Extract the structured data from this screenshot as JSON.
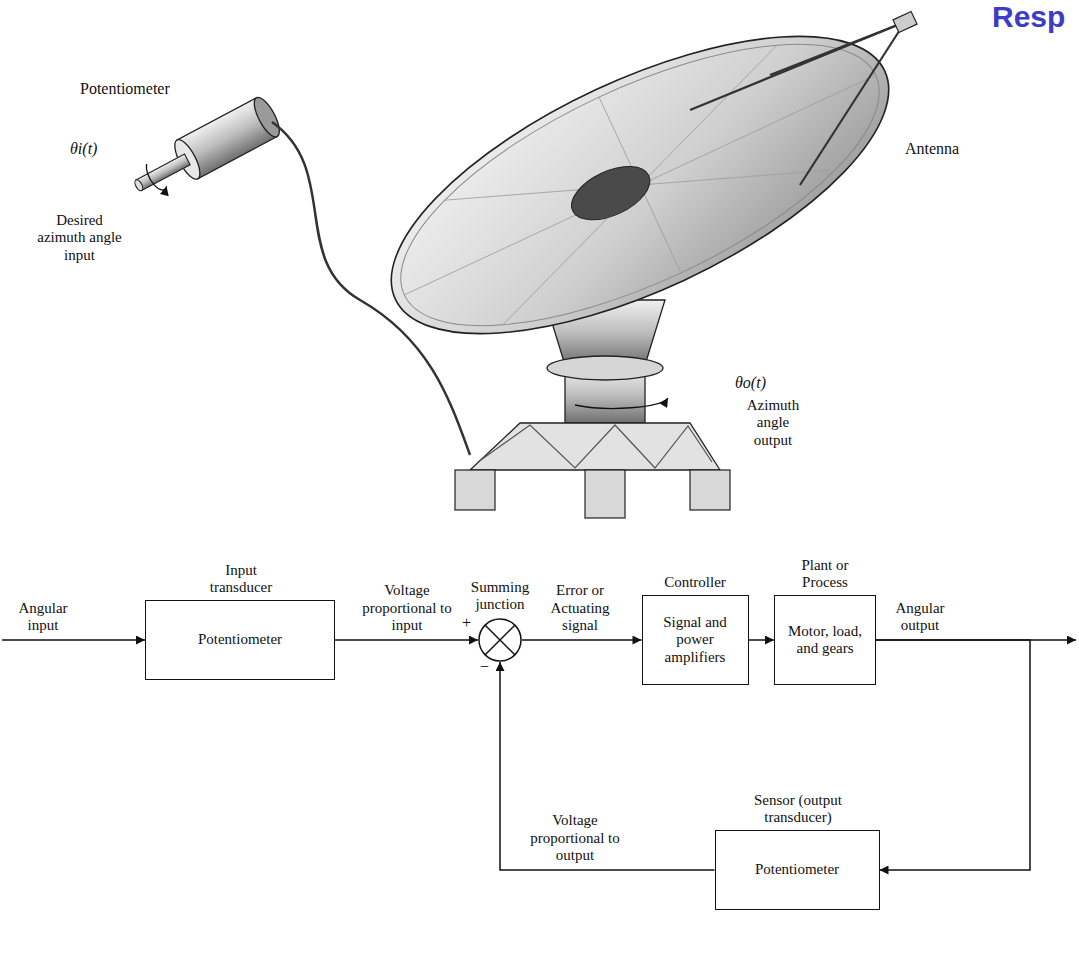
{
  "diagram": {
    "nodes": [
      {
        "text": [
          "Input transducer",
          "Potentiometer"
        ]
      },
      {
        "text": [
          "Summing junction"
        ]
      },
      {
        "text": [
          "Controller",
          "Signal and power amplifiers"
        ]
      },
      {
        "text": [
          "Plant or Process",
          "Motor, load, and gears"
        ]
      },
      {
        "text": [
          "Sensor (output transducer)",
          "Potentiometer"
        ]
      }
    ],
    "edges": [
      {
        "from": 0,
        "to": 1,
        "arrow": "to",
        "label": "Voltage proportional to input"
      },
      {
        "from": 1,
        "to": 2,
        "arrow": "to",
        "label": "Error or Actuating signal"
      },
      {
        "from": 2,
        "to": 3,
        "arrow": "to"
      },
      {
        "from": 3,
        "to": 4,
        "arrow": "to"
      },
      {
        "from": 4,
        "to": 1,
        "arrow": "to",
        "label": "Voltage proportional to output"
      }
    ],
    "labels": [
      "Resp",
      "Potentiometer",
      "θi(t)",
      "Desired azimuth angle input",
      "Antenna",
      "θo(t)",
      "Azimuth angle output",
      "Angular input",
      "+",
      "−",
      "Angular output"
    ]
  }
}
